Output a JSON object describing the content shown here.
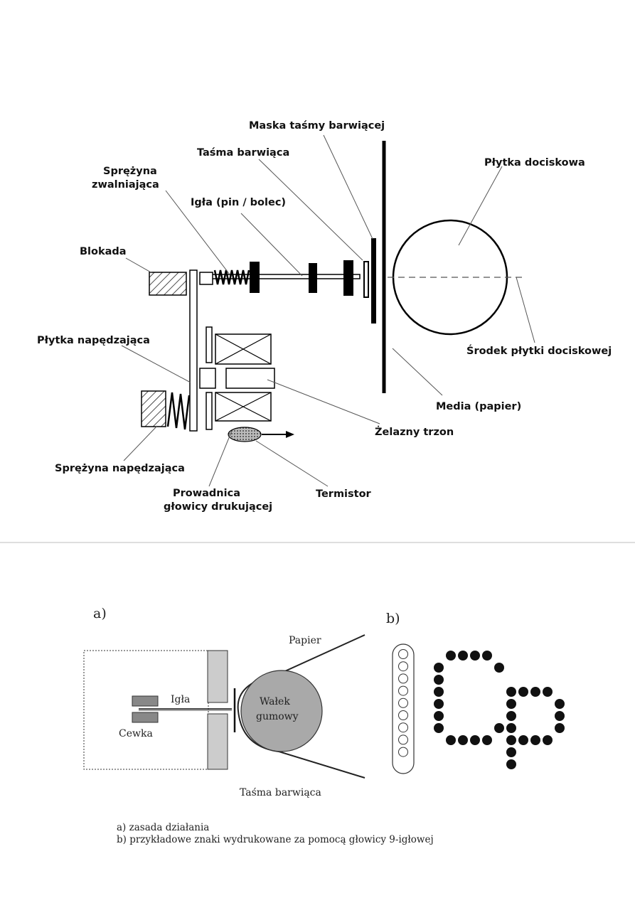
{
  "top_diagram": {
    "labels": {
      "maska": "Maska taśmy barwiącej",
      "tasma": "Taśma barwiąca",
      "sprezyna_zw_1": "Sprężyna",
      "sprezyna_zw_2": "zwalniająca",
      "igla": "Igła (pin / bolec)",
      "plytka_doc": "Płytka dociskowa",
      "blokada": "Blokada",
      "plytka_nap": "Płytka napędzająca",
      "srodek": "Środek płytki dociskowej",
      "media": "Media (papier)",
      "trzon": "Żelazny trzon",
      "sprezyna_nap": "Sprężyna napędzająca",
      "prowadnica_1": "Prowadnica",
      "prowadnica_2": "głowicy drukującej",
      "termistor": "Termistor"
    }
  },
  "bottom_diagram": {
    "label_a": "a)",
    "label_b": "b)",
    "papier": "Papier",
    "igla": "Igła",
    "walek_1": "Wałek",
    "walek_2": "gumowy",
    "cewka": "Cewka",
    "tasma": "Taśma barwiąca",
    "caption_a": "a) zasada działania",
    "caption_b": "b) przykładowe znaki wydrukowane za pomocą głowicy 9-igłowej",
    "pin_count": 9
  }
}
